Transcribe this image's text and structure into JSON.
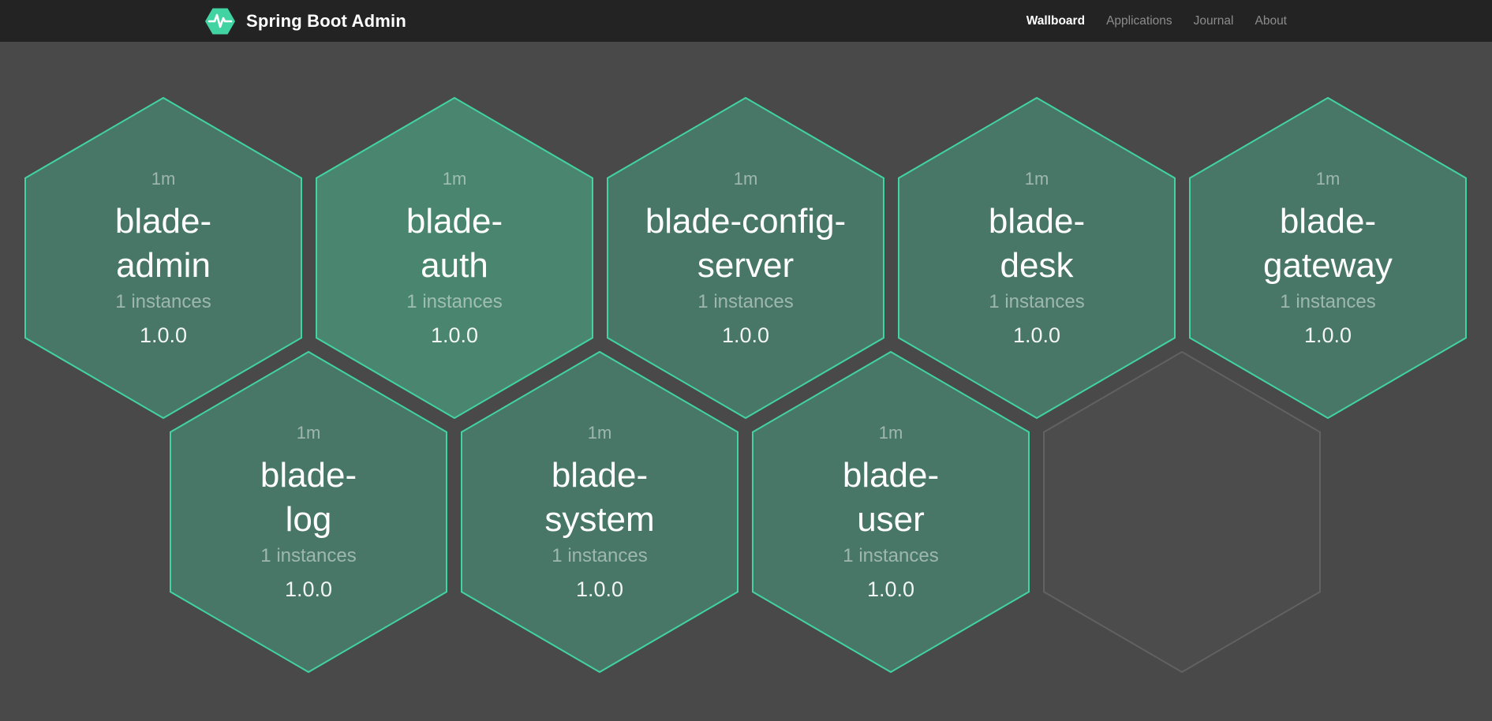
{
  "navbar": {
    "brand": "Spring Boot Admin",
    "brand_logo_icon": "hexagon-pulse",
    "items": [
      {
        "label": "Wallboard",
        "active": true
      },
      {
        "label": "Applications",
        "active": false
      },
      {
        "label": "Journal",
        "active": false
      },
      {
        "label": "About",
        "active": false
      }
    ]
  },
  "wallboard": {
    "applications": [
      {
        "name": "blade-admin",
        "uptime": "1m",
        "instances": "1 instances",
        "version": "1.0.0",
        "status": "up",
        "highlight": false
      },
      {
        "name": "blade-auth",
        "uptime": "1m",
        "instances": "1 instances",
        "version": "1.0.0",
        "status": "up",
        "highlight": true
      },
      {
        "name": "blade-config-server",
        "uptime": "1m",
        "instances": "1 instances",
        "version": "1.0.0",
        "status": "up",
        "highlight": false
      },
      {
        "name": "blade-desk",
        "uptime": "1m",
        "instances": "1 instances",
        "version": "1.0.0",
        "status": "up",
        "highlight": false
      },
      {
        "name": "blade-gateway",
        "uptime": "1m",
        "instances": "1 instances",
        "version": "1.0.0",
        "status": "up",
        "highlight": false
      },
      {
        "name": "blade-log",
        "uptime": "1m",
        "instances": "1 instances",
        "version": "1.0.0",
        "status": "up",
        "highlight": false
      },
      {
        "name": "blade-system",
        "uptime": "1m",
        "instances": "1 instances",
        "version": "1.0.0",
        "status": "up",
        "highlight": false
      },
      {
        "name": "blade-user",
        "uptime": "1m",
        "instances": "1 instances",
        "version": "1.0.0",
        "status": "up",
        "highlight": false
      }
    ],
    "row_sizes": [
      5,
      4
    ],
    "empty_slots": 1
  },
  "colors": {
    "accent": "#42d3a2",
    "hex_fill": "#487767",
    "hex_fill_hover": "#4a856f",
    "bg": "#494949",
    "navbar_bg": "#232323"
  }
}
